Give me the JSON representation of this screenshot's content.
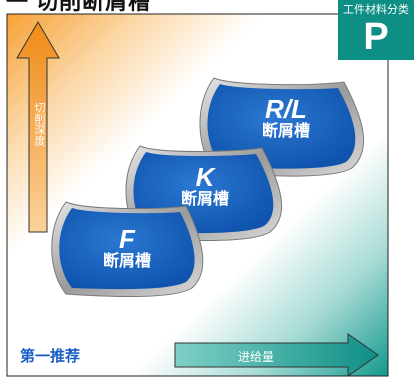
{
  "header": {
    "title": "一 切削断屑槽"
  },
  "badge": {
    "label": "工件材料分类",
    "letter": "P"
  },
  "axes": {
    "y_label": "切削深度",
    "x_label": "进给量"
  },
  "footer": {
    "label": "第一推荐"
  },
  "chipbreakers": [
    {
      "grade": "F",
      "name": "断屑槽"
    },
    {
      "grade": "K",
      "name": "断屑槽"
    },
    {
      "grade": "R/L",
      "name": "断屑槽"
    }
  ],
  "colors": {
    "blue": "#1f68c4",
    "orange": "#f39a2a",
    "teal": "#0e8f86",
    "footer_text": "#1c5ec4"
  }
}
